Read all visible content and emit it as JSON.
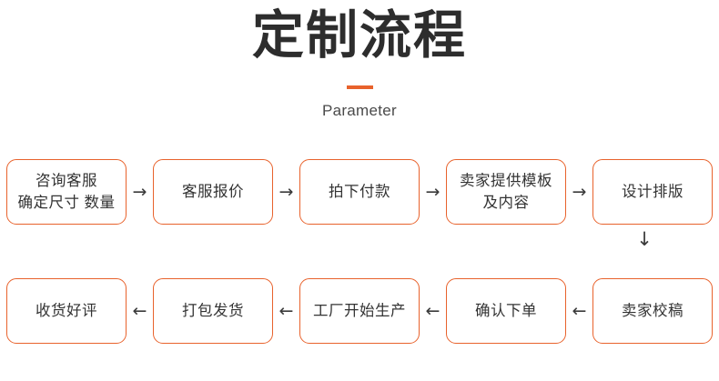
{
  "header": {
    "title": "定制流程",
    "subtitle": "Parameter",
    "accent_color": "#e8622c",
    "title_color": "#2d2d2d",
    "subtitle_color": "#4a4a4a"
  },
  "flow": {
    "box_border_color": "#e8622c",
    "box_text_color": "#333333",
    "arrow_color": "#3a3a3a",
    "row1": {
      "direction": "left-to-right",
      "arrow_glyph": "→",
      "steps": [
        {
          "label": "咨询客服\n确定尺寸 数量"
        },
        {
          "label": "客服报价"
        },
        {
          "label": "拍下付款"
        },
        {
          "label": "卖家提供模板\n及内容"
        },
        {
          "label": "设计排版"
        }
      ]
    },
    "connector": {
      "arrow_glyph": "↓"
    },
    "row2": {
      "direction": "right-to-left",
      "arrow_glyph": "←",
      "steps": [
        {
          "label": "收货好评"
        },
        {
          "label": "打包发货"
        },
        {
          "label": "工厂开始生产"
        },
        {
          "label": "确认下单"
        },
        {
          "label": "卖家校稿"
        }
      ]
    }
  }
}
